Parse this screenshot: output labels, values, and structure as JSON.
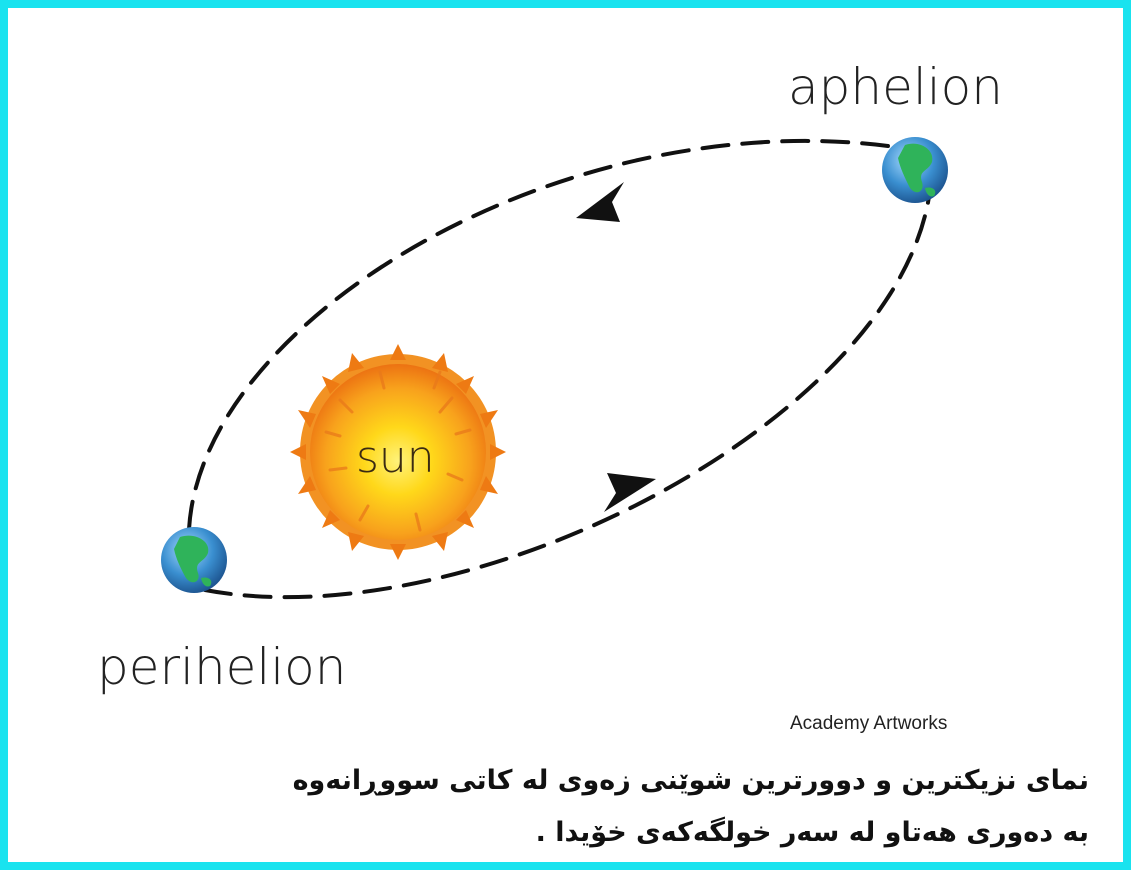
{
  "diagram": {
    "labels": {
      "aphelion": "aphelion",
      "perihelion": "perihelion",
      "sun": "sun"
    },
    "credit": "Academy Artworks",
    "caption_lines": [
      "نمای نزیکترین و دوورترین شوێنی زەوی لە کاتی سووڕانەوە",
      "بە دەوری هەتاو لە سەر خولگەکەی خۆیدا ."
    ],
    "colors": {
      "border": "#19e3ef",
      "orbit": "#111111",
      "sun_core": "#ffd81a",
      "sun_edge": "#f07d14",
      "earth_ocean": "#2f86c8",
      "earth_land": "#2fb35a"
    },
    "icons": [
      "sun-icon",
      "earth-icon",
      "arrowhead-icon"
    ]
  }
}
